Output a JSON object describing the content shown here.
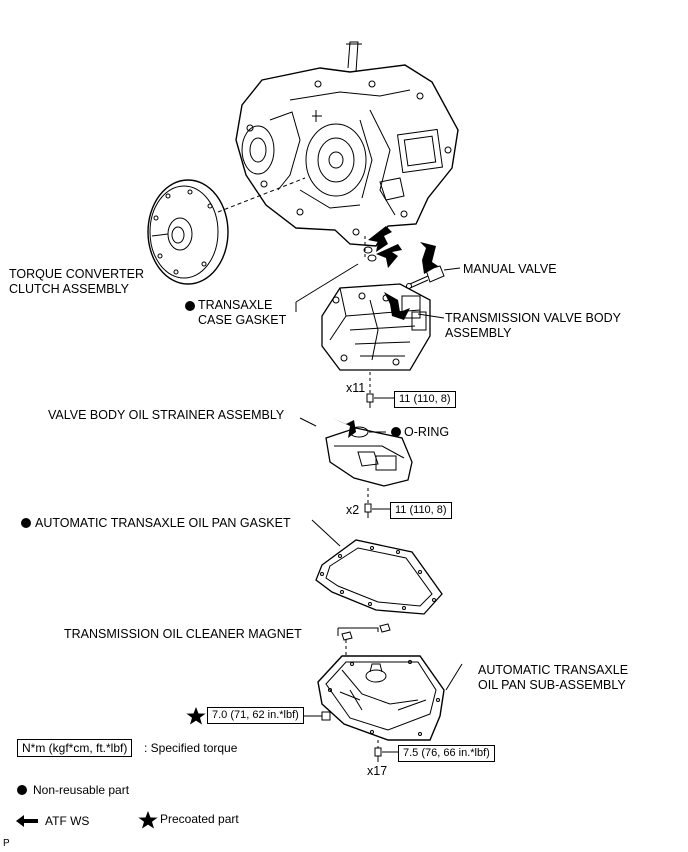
{
  "labels": {
    "torque_converter_line1": "TORQUE CONVERTER",
    "torque_converter_line2": "CLUTCH ASSEMBLY",
    "case_gasket_line1": "TRANSAXLE",
    "case_gasket_line2": "CASE GASKET",
    "manual_valve": "MANUAL VALVE",
    "valve_body_line1": "TRANSMISSION VALVE BODY",
    "valve_body_line2": "ASSEMBLY",
    "strainer": "VALVE BODY OIL STRAINER ASSEMBLY",
    "o_ring": "O-RING",
    "oil_pan_gasket": "AUTOMATIC TRANSAXLE OIL PAN GASKET",
    "cleaner_magnet": "TRANSMISSION OIL CLEANER MAGNET",
    "oil_pan_line1": "AUTOMATIC TRANSAXLE",
    "oil_pan_line2": "OIL PAN SUB-ASSEMBLY"
  },
  "fasteners": {
    "valve_body_qty": "x11",
    "valve_body_torque": "11 (110, 8)",
    "strainer_qty": "x2",
    "strainer_torque": "11 (110, 8)",
    "pan_precoated_torque": "7.0 (71, 62 in.*lbf)",
    "pan_bolt_torque": "7.5 (76, 66 in.*lbf)",
    "pan_bolt_qty": "x17"
  },
  "legend": {
    "torque_unit": "N*m (kgf*cm, ft.*lbf)",
    "torque_desc": ": Specified torque",
    "non_reusable": "Non-reusable part",
    "atf": "ATF WS",
    "precoated": "Precoated part"
  },
  "corner_code": "P"
}
